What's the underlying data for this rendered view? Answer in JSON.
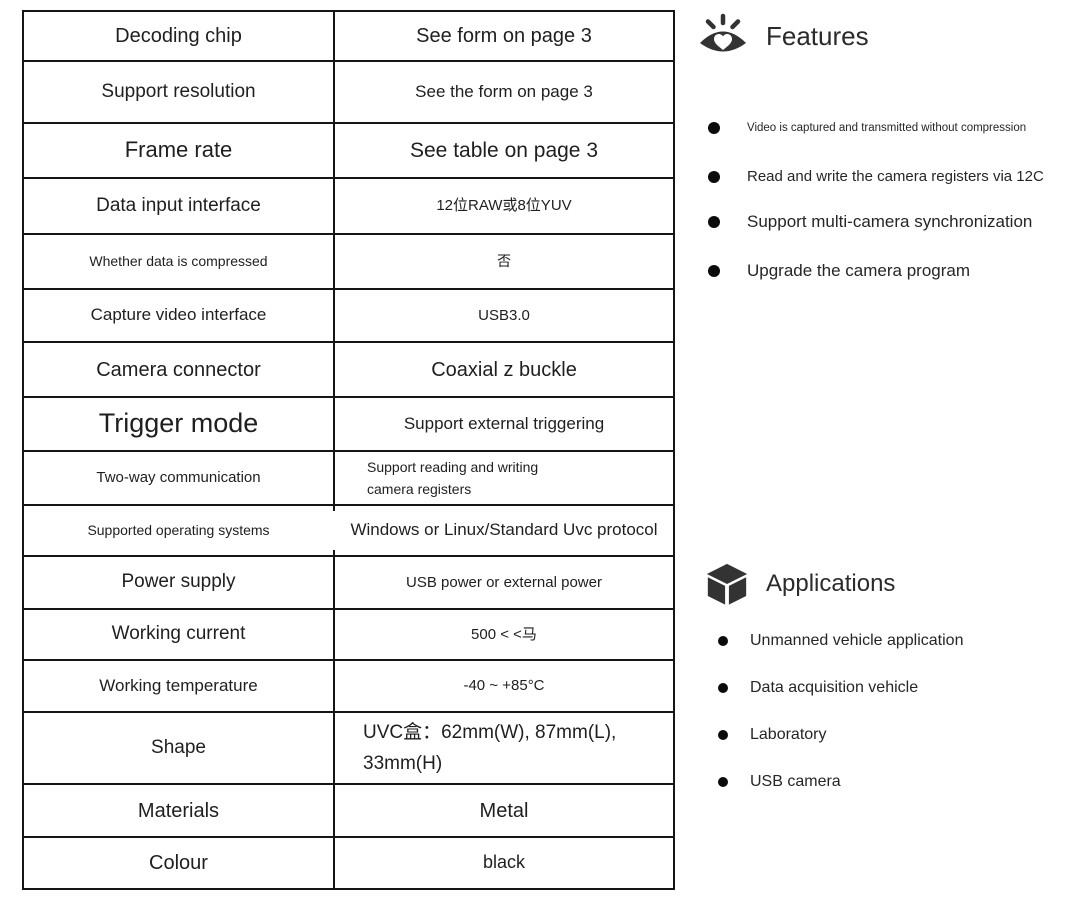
{
  "spec_table": {
    "rows": [
      {
        "label": "Decoding chip",
        "value": "See form on page 3"
      },
      {
        "label": "Support resolution",
        "value": "See the form on page 3"
      },
      {
        "label": "Frame rate",
        "value": "See table on page 3"
      },
      {
        "label": "Data input interface",
        "value": "12位RAW或8位YUV"
      },
      {
        "label": "Whether data is compressed",
        "value": "否"
      },
      {
        "label": "Capture video interface",
        "value": "USB3.0"
      },
      {
        "label": "Camera connector",
        "value": "Coaxial z buckle"
      },
      {
        "label": "Trigger mode",
        "value": "Support external triggering"
      },
      {
        "label": "Two-way communication",
        "value": "Support reading and writing camera registers"
      },
      {
        "label": "Supported operating systems",
        "value": "Windows or Linux/Standard Uvc protocol"
      },
      {
        "label": "Power supply",
        "value": "USB power or external power"
      },
      {
        "label": "Working current",
        "value": "500 < <马"
      },
      {
        "label": "Working temperature",
        "value": "-40 ~ +85°C"
      },
      {
        "label": "Shape",
        "value": "UVC盒：62mm(W), 87mm(L), 33mm(H)"
      },
      {
        "label": "Materials",
        "value": "Metal"
      },
      {
        "label": "Colour",
        "value": "black"
      }
    ]
  },
  "features": {
    "title": "Features",
    "icon": "eye-heart-icon",
    "items": [
      "Video is captured and transmitted without compression",
      "Read and write the camera registers via 12C",
      "Support multi-camera synchronization",
      "Upgrade the camera program"
    ]
  },
  "applications": {
    "title": "Applications",
    "icon": "cube-icon",
    "items": [
      "Unmanned vehicle application",
      "Data acquisition vehicle",
      "Laboratory",
      "USB camera"
    ]
  },
  "colors": {
    "text": "#1f1f1f",
    "table_border": "#151515",
    "icon": "#333333",
    "bullet": "#0b0b0b"
  }
}
